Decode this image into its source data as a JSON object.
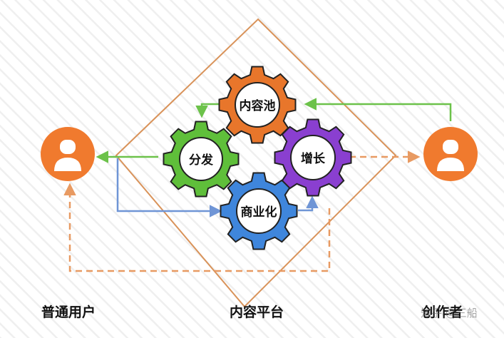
{
  "colors": {
    "user_orange": "#f07a2e",
    "diamond_orange": "#d9935a",
    "green": "#6cc24a",
    "blue": "#6f95d6",
    "gear_orange": "#e8762b",
    "gear_green": "#5fbf3a",
    "gear_purple": "#8a3fd0",
    "gear_blue": "#3f86dc",
    "dashed_orange": "#e89a62"
  },
  "icons": {
    "user": "user-icon",
    "gear": "gear-icon"
  },
  "gears": {
    "content_pool": "内容池",
    "distribution": "分发",
    "growth": "增长",
    "monetization": "商业化"
  },
  "labels": {
    "ordinary_users": "普通用户",
    "content_platform": "内容平台",
    "creator": "创作者"
  },
  "watermark": "知乎 @三船"
}
